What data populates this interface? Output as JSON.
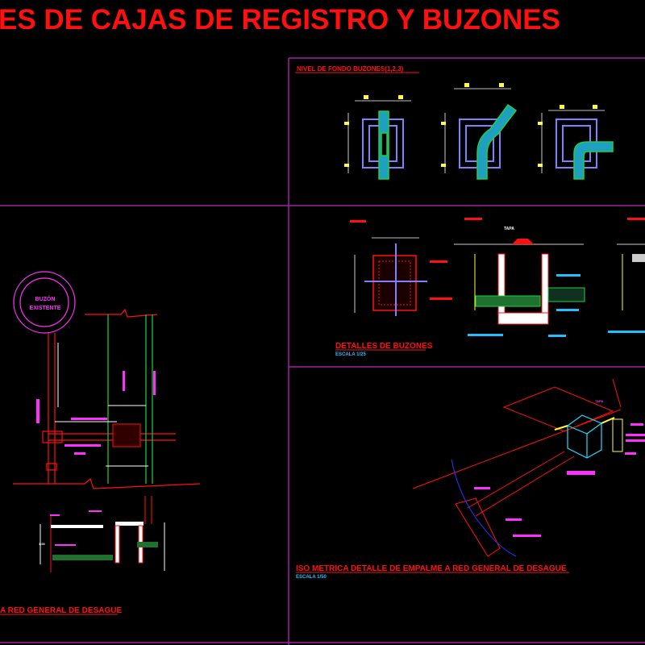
{
  "title": "ES DE CAJAS DE REGISTRO Y BUZONES",
  "colors": {
    "background": "#000000",
    "frame": "#a020a0",
    "title": "#ff1010",
    "magenta": "#ff30ff",
    "cyan": "#20c0ff",
    "yellow": "#ffff40",
    "green": "#20d040",
    "blue": "#8080ff"
  },
  "panels": {
    "nivel_fondo": {
      "title": "NIVEL DE FONDO  BUZONES(1,2,3)"
    },
    "detalles": {
      "title": "DETALLES DE BUZONES",
      "scale": "ESCALA 1/25",
      "tapa": "TAPA"
    },
    "plan": {
      "buzon_line1": "BUZÓN",
      "buzon_line2": "EXISTENTE"
    },
    "seccion": {
      "title": "A RED GENERAL DE DESAGUE",
      "dim": "1.00"
    },
    "isometrica": {
      "title": "ISO METRICA DETALLE DE EMPALME A RED GENERAL DE DESAGUE",
      "scale": "ESCALA 1/50",
      "tapa": "TAPA"
    }
  }
}
